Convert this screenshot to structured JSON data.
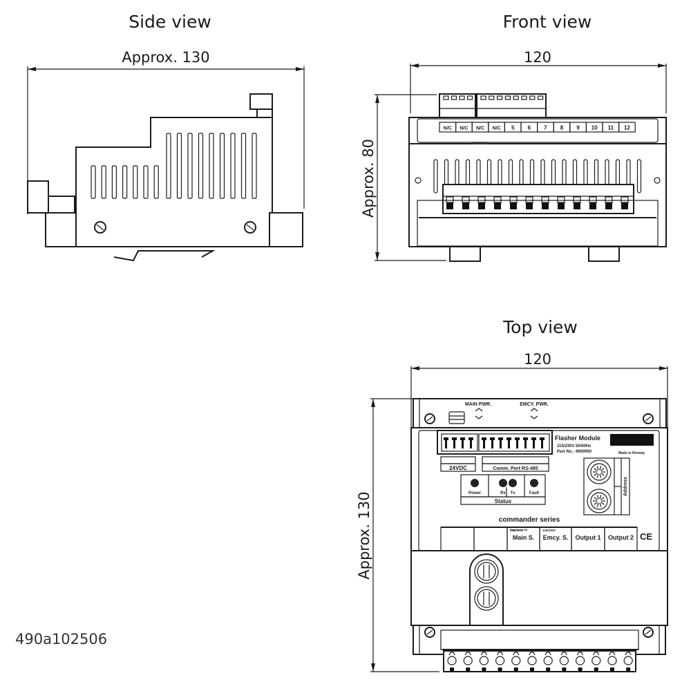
{
  "drawing": {
    "reference_code": "490a102506",
    "views": {
      "side": {
        "title": "Side view",
        "width_dim": "Approx. 130"
      },
      "front": {
        "title": "Front view",
        "width_dim": "120",
        "height_dim": "Approx. 80",
        "terminal_labels": [
          "N/C",
          "N/C",
          "N/C",
          "N/C",
          "5",
          "6",
          "7",
          "8",
          "9",
          "10",
          "11",
          "12"
        ]
      },
      "top": {
        "title": "Top view",
        "width_dim": "120",
        "height_dim": "Approx. 130",
        "main_pwr_label": "MAIN PWR.",
        "emcy_pwr_label": "EMCY. PWR.",
        "product_name": "Flasher Module",
        "product_voltage": "115/230V 50/60Hz",
        "product_part_no": "Part No.: 4900950",
        "made_in": "Made in Norway",
        "power_connector_label": "24VDC",
        "comm_port_label": "Comm. Port  RS-485",
        "status_leds": [
          "Power",
          "Rx",
          "Tx",
          "Fault"
        ],
        "status_label": "Status",
        "address_label": "Address",
        "series_label": "commander series",
        "fuse_label": "Fuse 2 x 2.5A",
        "bottom_terminals": [
          "",
          "",
          "Main S.",
          "Emcy. S.",
          "Output 1",
          "Output 2"
        ],
        "bottom_terminal_sublabels": [
          "",
          "",
          "115/230V",
          "115/230V",
          "",
          ""
        ],
        "ce_mark": "CE"
      }
    }
  }
}
